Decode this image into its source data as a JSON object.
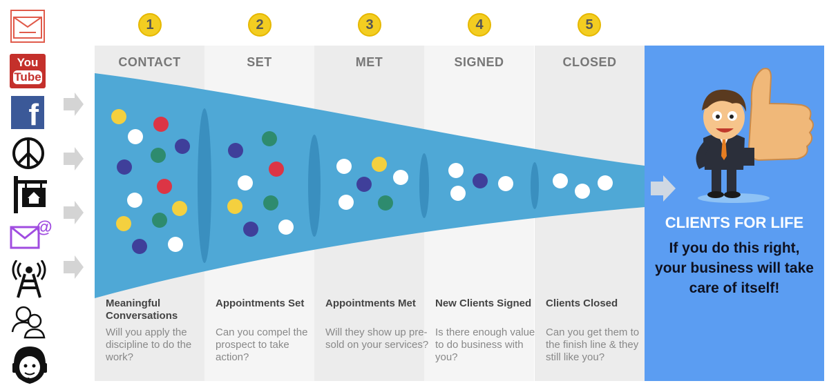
{
  "stages": [
    {
      "number": "1",
      "title": "CONTACT",
      "heading": "Meaningful Conversations",
      "question": "Will you apply the discipline to do the work?"
    },
    {
      "number": "2",
      "title": "SET",
      "heading": "Appointments Set",
      "question": "Can you compel the prospect to take action?"
    },
    {
      "number": "3",
      "title": "MET",
      "heading": "Appointments Met",
      "question": "Will they show up pre-sold on your services?"
    },
    {
      "number": "4",
      "title": "SIGNED",
      "heading": "New Clients Signed",
      "question": "Is there enough value to do business with you?"
    },
    {
      "number": "5",
      "title": "CLOSED",
      "heading": "Clients Closed",
      "question": "Can you get them to the finish line & they still like you?"
    }
  ],
  "result": {
    "title": "CLIENTS FOR LIFE",
    "text": "If you do this right, your business will take care of itself!"
  },
  "left_icons": [
    "direct-mail-icon",
    "youtube-icon",
    "facebook-icon",
    "peace-icon",
    "for-sale-sign-icon",
    "email-icon",
    "radio-tower-icon",
    "referral-people-icon",
    "call-center-icon"
  ],
  "youtube_label": {
    "you": "You",
    "tube": "Tube"
  },
  "facebook_label": "f",
  "email_at": "@",
  "colors": {
    "funnel": "#4fa8d6",
    "panel": "#5b9df2",
    "badge": "#f3cd21",
    "yellow": "#f4d03f",
    "red": "#dc3545",
    "green": "#2e8b6e",
    "navy": "#3f3f9a",
    "white": "#ffffff"
  }
}
